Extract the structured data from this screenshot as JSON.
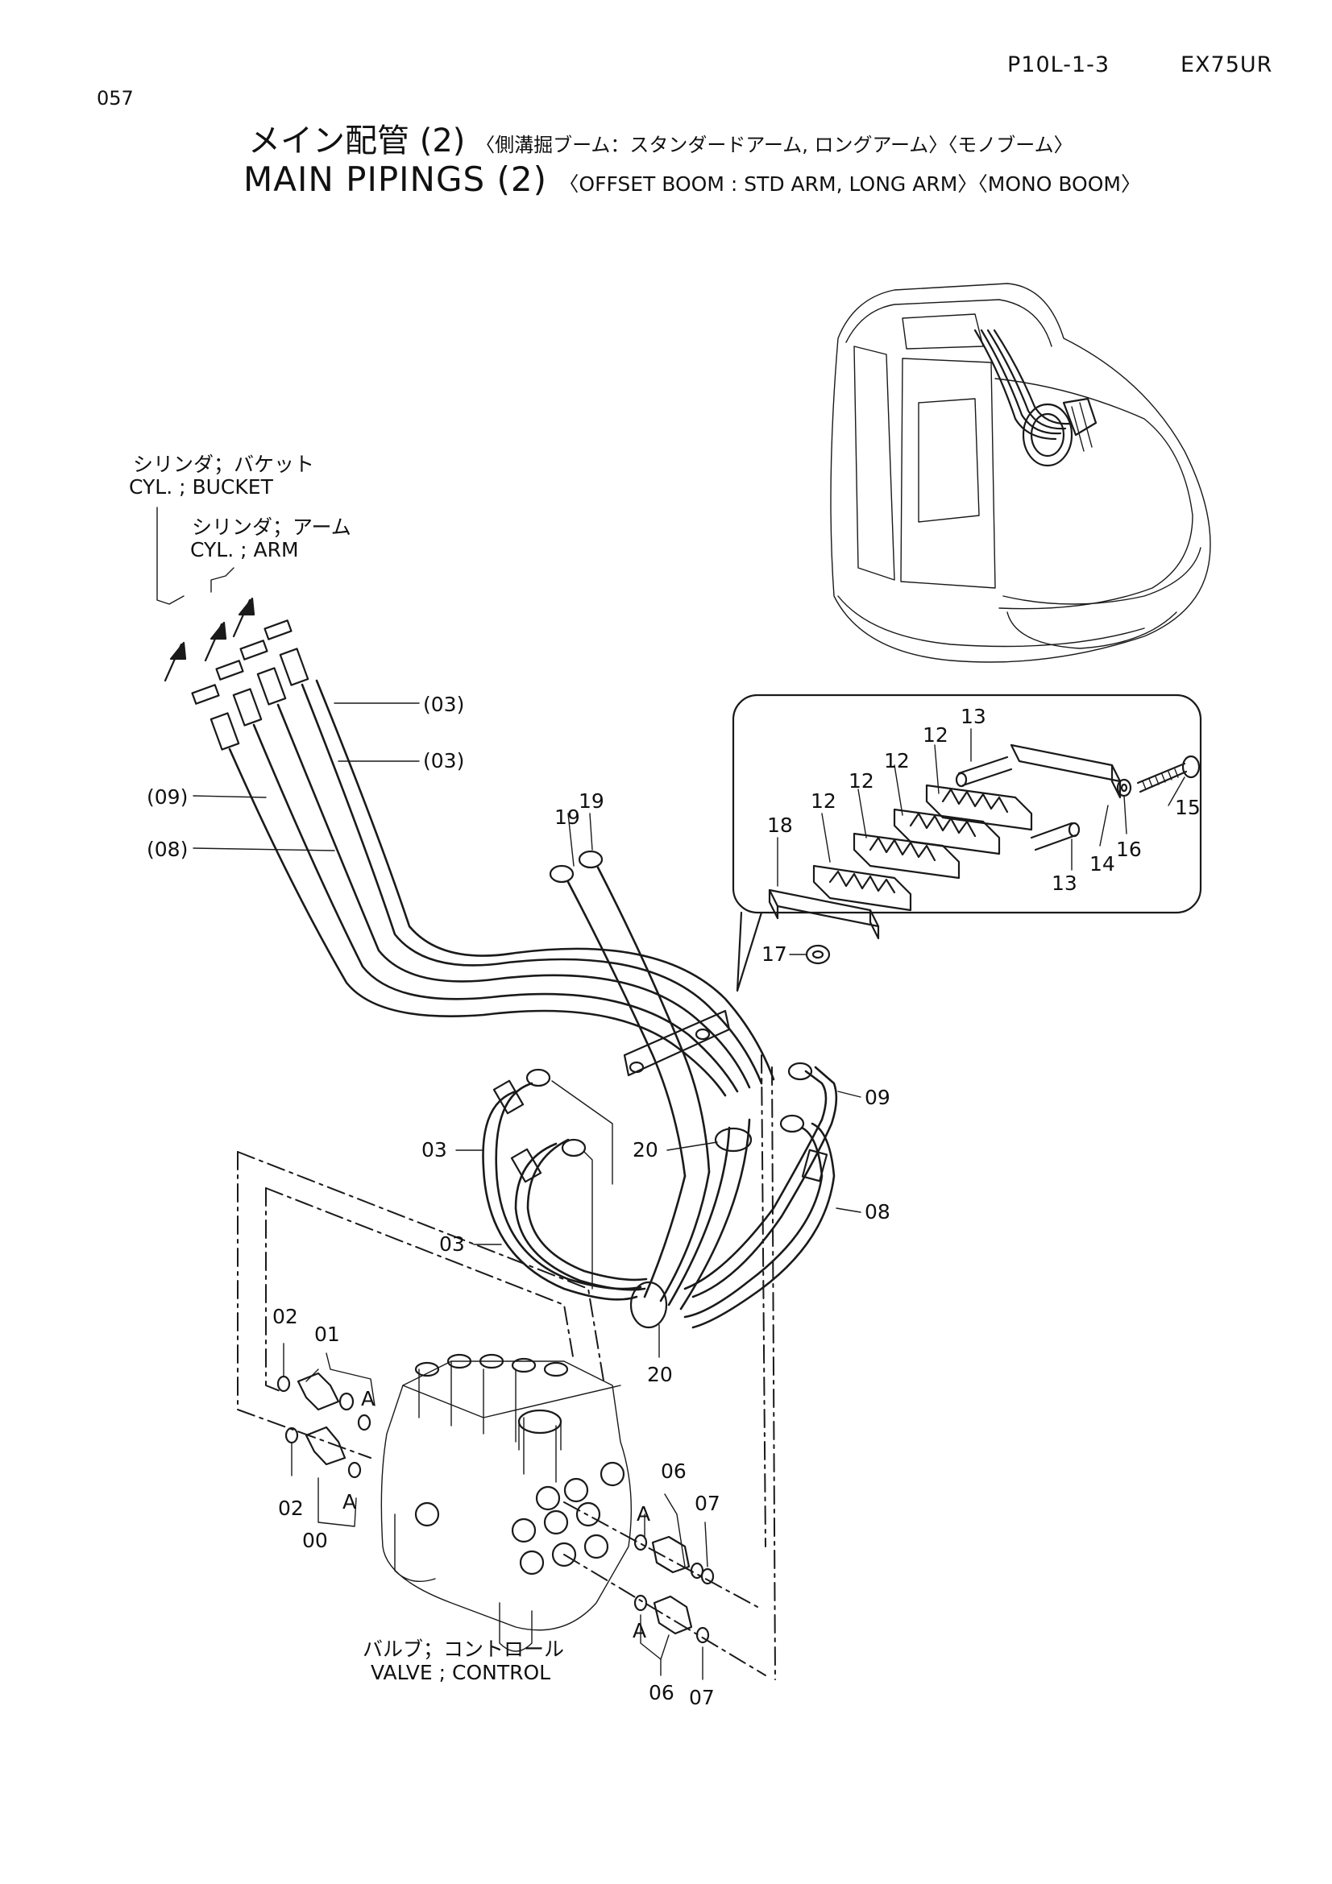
{
  "header": {
    "page_code": "P10L-1-3",
    "model": "EX75UR",
    "page_number": "057"
  },
  "title": {
    "jp_main": "メイン配管 (2)",
    "jp_sub": "〈側溝掘ブーム：スタンダードアーム, ロングアーム〉〈モノブーム〉",
    "en_main": "MAIN  PIPINGS (2)",
    "en_sub": "〈OFFSET BOOM : STD ARM, LONG ARM〉〈MONO BOOM〉"
  },
  "labels": {
    "bucket_jp": "シリンダ；バケット",
    "bucket_en": "CYL. ; BUCKET",
    "arm_jp": "シリンダ；アーム",
    "arm_en": "CYL. ; ARM",
    "valve_jp": "バルブ；コントロール",
    "valve_en": "VALVE ; CONTROL"
  },
  "part_callouts": {
    "p03a": "(03)",
    "p03b": "(03)",
    "p09": "(09)",
    "p08": "(08)",
    "p19a": "19",
    "p19b": "19",
    "p03c": "03",
    "p03d": "03",
    "p20a": "20",
    "p20b": "20",
    "p09b": "09",
    "p08b": "08",
    "p02a": "02",
    "p01": "01",
    "pA1": "A",
    "pA2": "A",
    "p02b": "02",
    "p00": "00",
    "p06a": "06",
    "pA3": "A",
    "p07a": "07",
    "pA4": "A",
    "p06b": "06",
    "p07b": "07"
  },
  "inset_callouts": {
    "i13a": "13",
    "i12a": "12",
    "i12b": "12",
    "i12c": "12",
    "i12d": "12",
    "i18": "18",
    "i15": "15",
    "i16": "16",
    "i14": "14",
    "i13b": "13",
    "i17": "17"
  }
}
